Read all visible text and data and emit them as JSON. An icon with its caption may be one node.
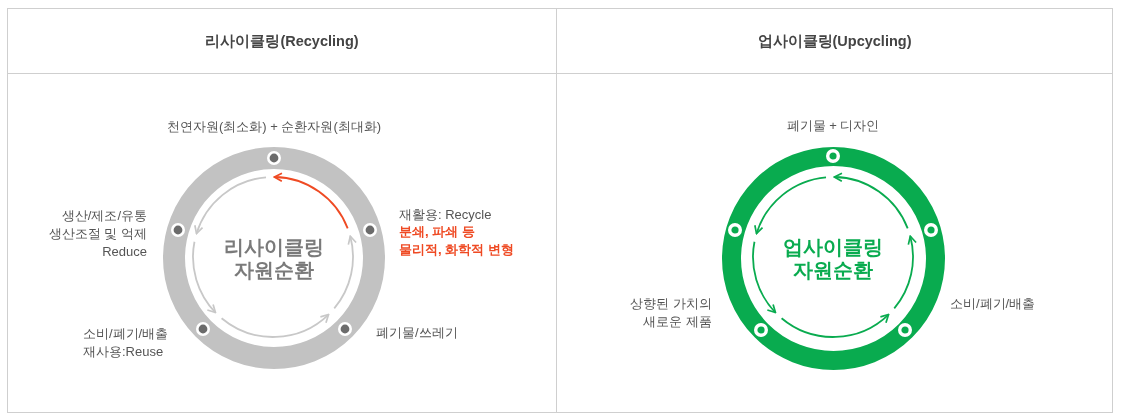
{
  "diagram": {
    "nodes": [
      {
        "text": [
          "리사이클링(Recycling)"
        ]
      },
      {
        "text": [
          "리사이클링 자원순환"
        ],
        "in": 0
      },
      {
        "text": [],
        "shape": "circle",
        "in": 1,
        "beside": [
          "천연자원(최소화) + 순환자원(최대화)"
        ]
      },
      {
        "text": [],
        "shape": "circle",
        "in": 1,
        "beside": [
          "생산/제조/유통",
          "생산조절 및 억제 Reduce"
        ]
      },
      {
        "text": [],
        "shape": "circle",
        "in": 1,
        "beside": [
          "재활용: Recycle",
          "분쇄, 파쇄 등 물리적, 화학적 변형"
        ]
      },
      {
        "text": [],
        "shape": "circle",
        "in": 1,
        "beside": [
          "소비/폐기/배출",
          "재사용:Reuse"
        ]
      },
      {
        "text": [],
        "shape": "circle",
        "in": 1,
        "beside": [
          "폐기물/쓰레기"
        ]
      },
      {
        "text": [
          "업사이클링(Upcycling)"
        ]
      },
      {
        "text": [
          "업사이클링 자원순환"
        ],
        "in": 7
      },
      {
        "text": [],
        "shape": "circle",
        "in": 8,
        "beside": [
          "폐기물 + 디자인"
        ]
      },
      {
        "text": [],
        "shape": "circle",
        "in": 8
      },
      {
        "text": [],
        "shape": "circle",
        "in": 8
      },
      {
        "text": [],
        "shape": "circle",
        "in": 8,
        "beside": [
          "상향된 가치의 새로운 제품"
        ]
      },
      {
        "text": [],
        "shape": "circle",
        "in": 8,
        "beside": [
          "소비/폐기/배출"
        ]
      }
    ],
    "edges": [
      {
        "from": 2,
        "to": 3,
        "arrow": "to",
        "color": "#c8c8c8"
      },
      {
        "from": 3,
        "to": 5,
        "arrow": "to",
        "color": "#c8c8c8"
      },
      {
        "from": 5,
        "to": 6,
        "arrow": "to",
        "color": "#c8c8c8"
      },
      {
        "from": 6,
        "to": 4,
        "arrow": "to",
        "color": "#c8c8c8"
      },
      {
        "from": 4,
        "to": 2,
        "arrow": "to",
        "color": "#ef4a23"
      },
      {
        "from": 9,
        "to": 10,
        "arrow": "to"
      },
      {
        "from": 10,
        "to": 12,
        "arrow": "to"
      },
      {
        "from": 12,
        "to": 13,
        "arrow": "to"
      },
      {
        "from": 13,
        "to": 11,
        "arrow": "to"
      },
      {
        "from": 11,
        "to": 9,
        "arrow": "to"
      }
    ]
  }
}
